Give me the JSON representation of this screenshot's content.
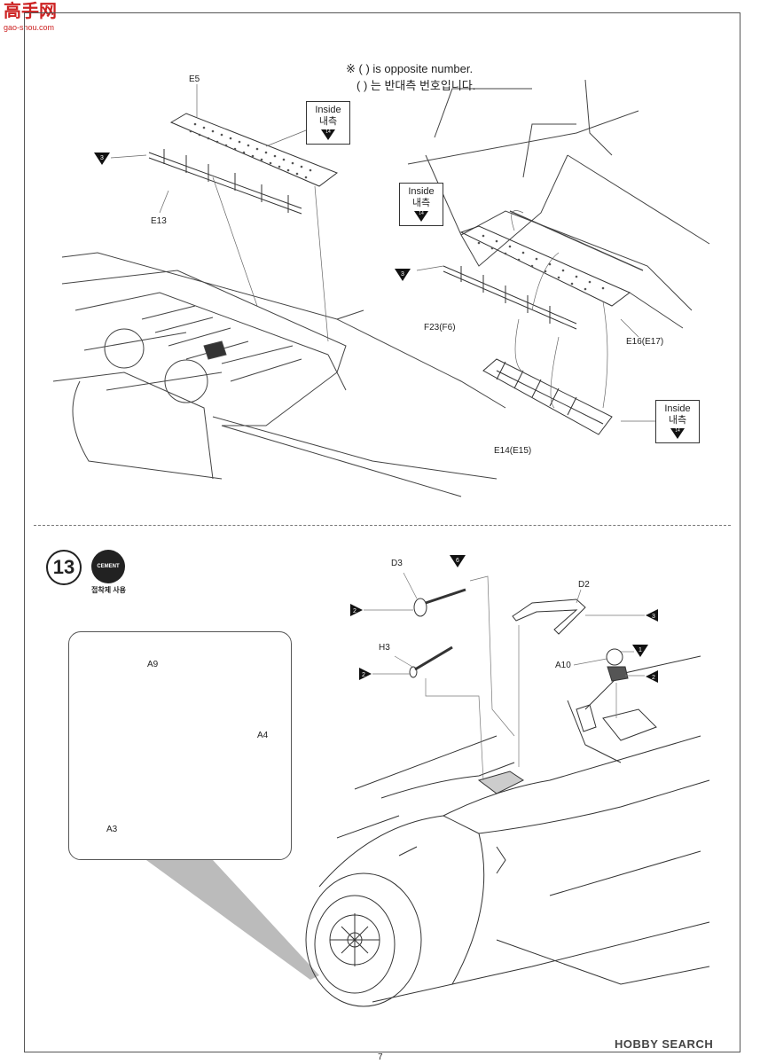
{
  "watermark": {
    "logo_text": "高手网",
    "logo_url": "gao-shou.com"
  },
  "note": {
    "line1": "※ ( ) is opposite number.",
    "line2": "( ) 는 반대측 번호입니다."
  },
  "inside_label": {
    "en": "Inside",
    "ko": "내측",
    "ref": "14"
  },
  "step12_left": {
    "parts": [
      "E5",
      "E13"
    ],
    "arrow_ref": "3"
  },
  "step12_right": {
    "parts": [
      "F23(F6)",
      "E16(E17)",
      "E14(E15)"
    ],
    "arrow_ref": "3"
  },
  "step13": {
    "number": "13",
    "cement": "CEMENT",
    "cement_sub": "접착제 사용",
    "parts": {
      "d3": "D3",
      "d2": "D2",
      "h3": "H3",
      "a10": "A10",
      "a9": "A9",
      "a4": "A4",
      "a3": "A3"
    },
    "refs": {
      "d3_top": "6",
      "d3_left": "2",
      "d2_right": "3",
      "h3_left": "2",
      "a10_top": "1",
      "a10_right": "2"
    }
  },
  "footer": {
    "site": "HOBBY SEARCH",
    "page": "7"
  }
}
